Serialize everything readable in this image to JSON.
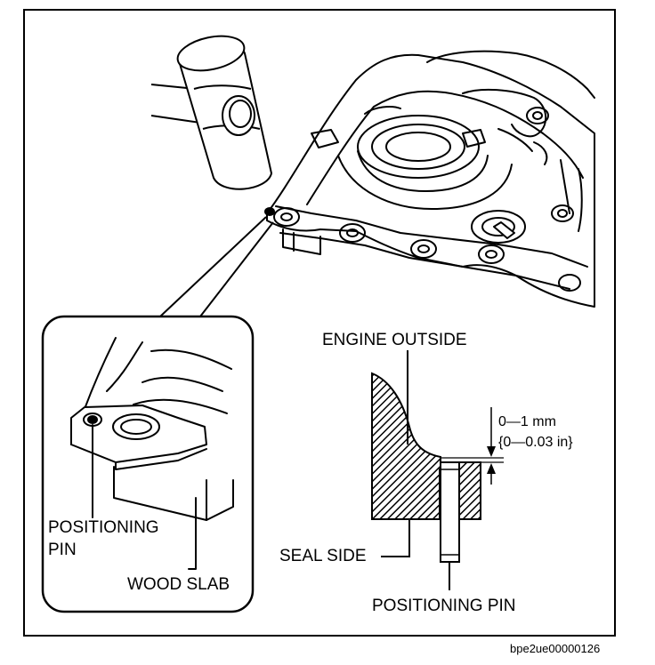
{
  "labels": {
    "engine_outside": "ENGINE OUTSIDE",
    "gap_mm": "0—1 mm",
    "gap_in": "{0—0.03 in}",
    "seal_side": "SEAL SIDE",
    "positioning_pin_right": "POSITIONING PIN",
    "positioning_pin_left_line1": "POSITIONING",
    "positioning_pin_left_line2": "PIN",
    "wood_slab": "WOOD SLAB"
  },
  "figure_code": "bpe2ue00000126",
  "colors": {
    "ink": "#000000",
    "paper": "#ffffff"
  },
  "icons": [
    "hammer-icon",
    "hand-icon"
  ]
}
